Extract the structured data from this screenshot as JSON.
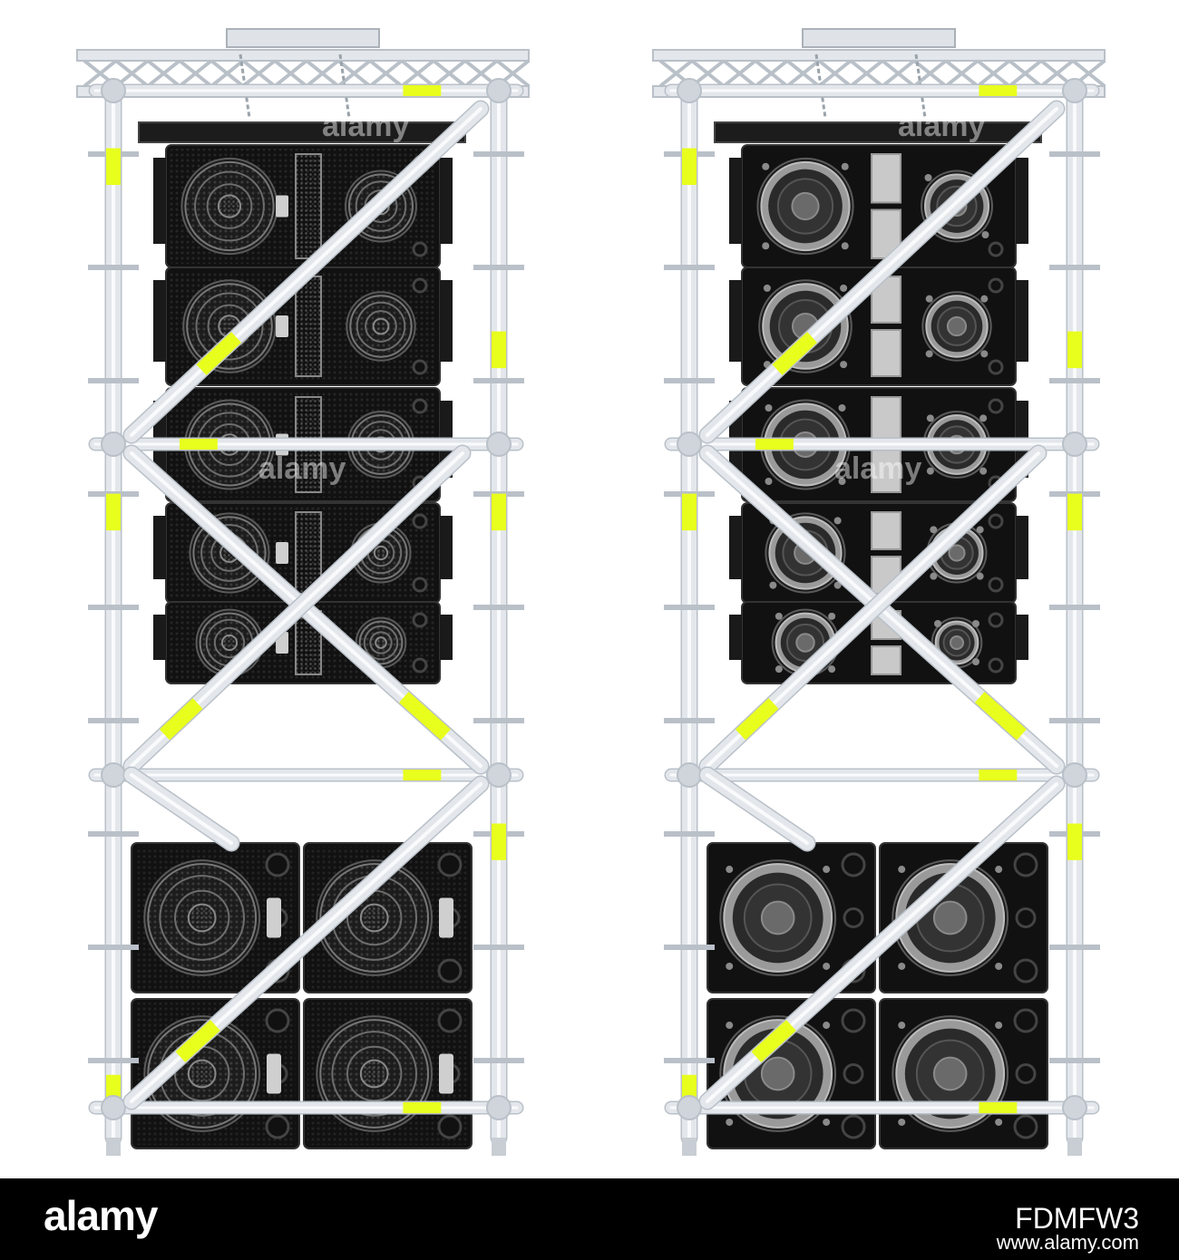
{
  "footer": {
    "brand": "alamy",
    "image_id": "FDMFW3",
    "url": "www.alamy.com"
  },
  "watermark": {
    "text": "alamy"
  },
  "colors": {
    "scaffold": "#e3e7ec",
    "scaffold_dark": "#b9c0c8",
    "accent": "#e8ff1e",
    "speaker": "#111111",
    "grille": "#2b2b2b",
    "background": "#ffffff",
    "footer": "#000000"
  },
  "towers": [
    {
      "id": "left",
      "variant": "mesh-grille",
      "line_array_cabinets": 5,
      "subwoofer_grid": "2x2"
    },
    {
      "id": "right",
      "variant": "plain",
      "line_array_cabinets": 5,
      "subwoofer_grid": "2x2"
    }
  ]
}
